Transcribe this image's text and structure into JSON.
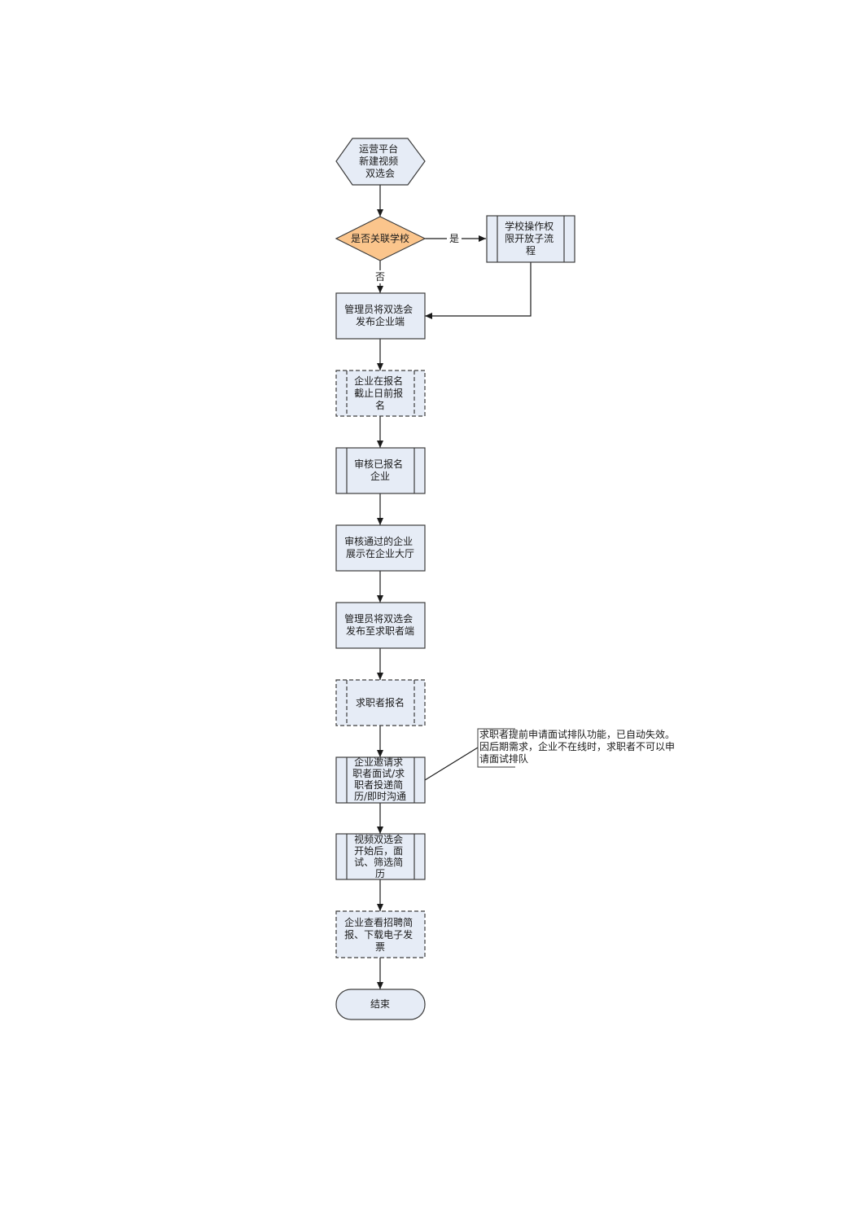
{
  "colors": {
    "node_fill": "#e6ecf6",
    "node_stroke": "#3c3c3c",
    "decision_fill": "#fbc58c",
    "line": "#1a1a1a"
  },
  "nodes": {
    "start": {
      "lines": [
        "运营平台",
        "新建视频",
        "双选会"
      ]
    },
    "decision": {
      "lines": [
        "是否关联学校"
      ]
    },
    "school_process": {
      "lines": [
        "学校操作权",
        "限开放子流",
        "程"
      ]
    },
    "publish_company": {
      "lines": [
        "管理员将双选会",
        "发布企业端"
      ]
    },
    "company_register": {
      "lines": [
        "企业在报名",
        "截止日前报",
        "名"
      ]
    },
    "review": {
      "lines": [
        "审核已报名",
        "企业"
      ]
    },
    "showcase": {
      "lines": [
        "审核通过的企业",
        "展示在企业大厅"
      ]
    },
    "publish_seeker": {
      "lines": [
        "管理员将双选会",
        "发布至求职者端"
      ]
    },
    "seeker_register": {
      "lines": [
        "求职者报名"
      ]
    },
    "invite": {
      "lines": [
        "企业邀请求",
        "职者面试/求",
        "职者投递简",
        "历/即时沟通"
      ]
    },
    "interview": {
      "lines": [
        "视频双选会",
        "开始后，面",
        "试、筛选简",
        "历"
      ]
    },
    "report": {
      "lines": [
        "企业查看招聘简",
        "报、下载电子发",
        "票"
      ]
    },
    "end": {
      "lines": [
        "结束"
      ]
    }
  },
  "edges": {
    "yes_label": "是",
    "no_label": "否"
  },
  "annotation": {
    "lines": [
      "求职者提前申请面试排队功能，已自动失效。",
      "因后期需求，企业不在线时，求职者不可以申",
      "请面试排队"
    ]
  }
}
